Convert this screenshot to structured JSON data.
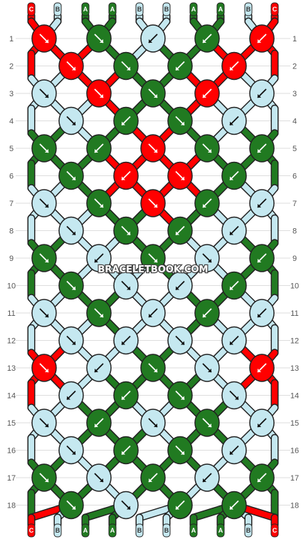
{
  "watermark": "BRACELETBOOK.COM",
  "colors": {
    "A": "#217a21",
    "B": "#c5e8f0",
    "C": "#ff0000",
    "outline": "#222222",
    "grid": "#dddddd"
  },
  "strands_top": [
    "C",
    "B",
    "A",
    "A",
    "B",
    "B",
    "A",
    "A",
    "B",
    "C"
  ],
  "strands_bottom": [
    "C",
    "B",
    "A",
    "A",
    "B",
    "B",
    "A",
    "A",
    "B",
    "C"
  ],
  "row_numbers": [
    "1",
    "2",
    "3",
    "4",
    "5",
    "6",
    "7",
    "8",
    "9",
    "10",
    "11",
    "12",
    "13",
    "14",
    "15",
    "16",
    "17",
    "18"
  ],
  "knots": [
    [
      {
        "c": "C",
        "d": "se"
      },
      {
        "c": "A",
        "d": "se"
      },
      {
        "c": "B",
        "d": "sw"
      },
      {
        "c": "A",
        "d": "sw"
      },
      {
        "c": "C",
        "d": "sw"
      }
    ],
    [
      {
        "c": "C",
        "d": "se"
      },
      {
        "c": "A",
        "d": "se"
      },
      {
        "c": "A",
        "d": "sw"
      },
      {
        "c": "C",
        "d": "sw"
      }
    ],
    [
      {
        "c": "B",
        "d": "se"
      },
      {
        "c": "C",
        "d": "se"
      },
      {
        "c": "A",
        "d": "se"
      },
      {
        "c": "C",
        "d": "sw"
      },
      {
        "c": "B",
        "d": "sw"
      }
    ],
    [
      {
        "c": "B",
        "d": "se"
      },
      {
        "c": "A",
        "d": "sw"
      },
      {
        "c": "A",
        "d": "se"
      },
      {
        "c": "B",
        "d": "sw"
      }
    ],
    [
      {
        "c": "A",
        "d": "se"
      },
      {
        "c": "A",
        "d": "sw"
      },
      {
        "c": "C",
        "d": "se"
      },
      {
        "c": "A",
        "d": "se"
      },
      {
        "c": "A",
        "d": "sw"
      }
    ],
    [
      {
        "c": "A",
        "d": "se"
      },
      {
        "c": "C",
        "d": "sw"
      },
      {
        "c": "C",
        "d": "se"
      },
      {
        "c": "A",
        "d": "sw"
      }
    ],
    [
      {
        "c": "B",
        "d": "se"
      },
      {
        "c": "A",
        "d": "se"
      },
      {
        "c": "C",
        "d": "se"
      },
      {
        "c": "A",
        "d": "sw"
      },
      {
        "c": "B",
        "d": "sw"
      }
    ],
    [
      {
        "c": "B",
        "d": "se"
      },
      {
        "c": "A",
        "d": "se"
      },
      {
        "c": "A",
        "d": "sw"
      },
      {
        "c": "B",
        "d": "sw"
      }
    ],
    [
      {
        "c": "A",
        "d": "se"
      },
      {
        "c": "B",
        "d": "sw"
      },
      {
        "c": "A",
        "d": "se"
      },
      {
        "c": "B",
        "d": "se"
      },
      {
        "c": "A",
        "d": "sw"
      }
    ],
    [
      {
        "c": "A",
        "d": "se"
      },
      {
        "c": "B",
        "d": "se"
      },
      {
        "c": "B",
        "d": "sw"
      },
      {
        "c": "A",
        "d": "sw"
      }
    ],
    [
      {
        "c": "B",
        "d": "se"
      },
      {
        "c": "A",
        "d": "se"
      },
      {
        "c": "B",
        "d": "sw"
      },
      {
        "c": "A",
        "d": "sw"
      },
      {
        "c": "B",
        "d": "sw"
      }
    ],
    [
      {
        "c": "B",
        "d": "se"
      },
      {
        "c": "B",
        "d": "sw"
      },
      {
        "c": "B",
        "d": "se"
      },
      {
        "c": "B",
        "d": "sw"
      }
    ],
    [
      {
        "c": "C",
        "d": "se"
      },
      {
        "c": "B",
        "d": "sw"
      },
      {
        "c": "A",
        "d": "se"
      },
      {
        "c": "B",
        "d": "se"
      },
      {
        "c": "C",
        "d": "sw"
      }
    ],
    [
      {
        "c": "B",
        "d": "sw"
      },
      {
        "c": "A",
        "d": "sw"
      },
      {
        "c": "A",
        "d": "se"
      },
      {
        "c": "B",
        "d": "se"
      }
    ],
    [
      {
        "c": "B",
        "d": "se"
      },
      {
        "c": "A",
        "d": "sw"
      },
      {
        "c": "B",
        "d": "se"
      },
      {
        "c": "A",
        "d": "se"
      },
      {
        "c": "B",
        "d": "sw"
      }
    ],
    [
      {
        "c": "B",
        "d": "se"
      },
      {
        "c": "A",
        "d": "sw"
      },
      {
        "c": "A",
        "d": "se"
      },
      {
        "c": "B",
        "d": "sw"
      }
    ],
    [
      {
        "c": "A",
        "d": "se"
      },
      {
        "c": "B",
        "d": "se"
      },
      {
        "c": "A",
        "d": "sw"
      },
      {
        "c": "B",
        "d": "sw"
      },
      {
        "c": "A",
        "d": "sw"
      }
    ],
    [
      {
        "c": "A",
        "d": "se"
      },
      {
        "c": "B",
        "d": "se"
      },
      {
        "c": "A",
        "d": "sw"
      },
      {
        "c": "A",
        "d": "sw"
      }
    ]
  ]
}
